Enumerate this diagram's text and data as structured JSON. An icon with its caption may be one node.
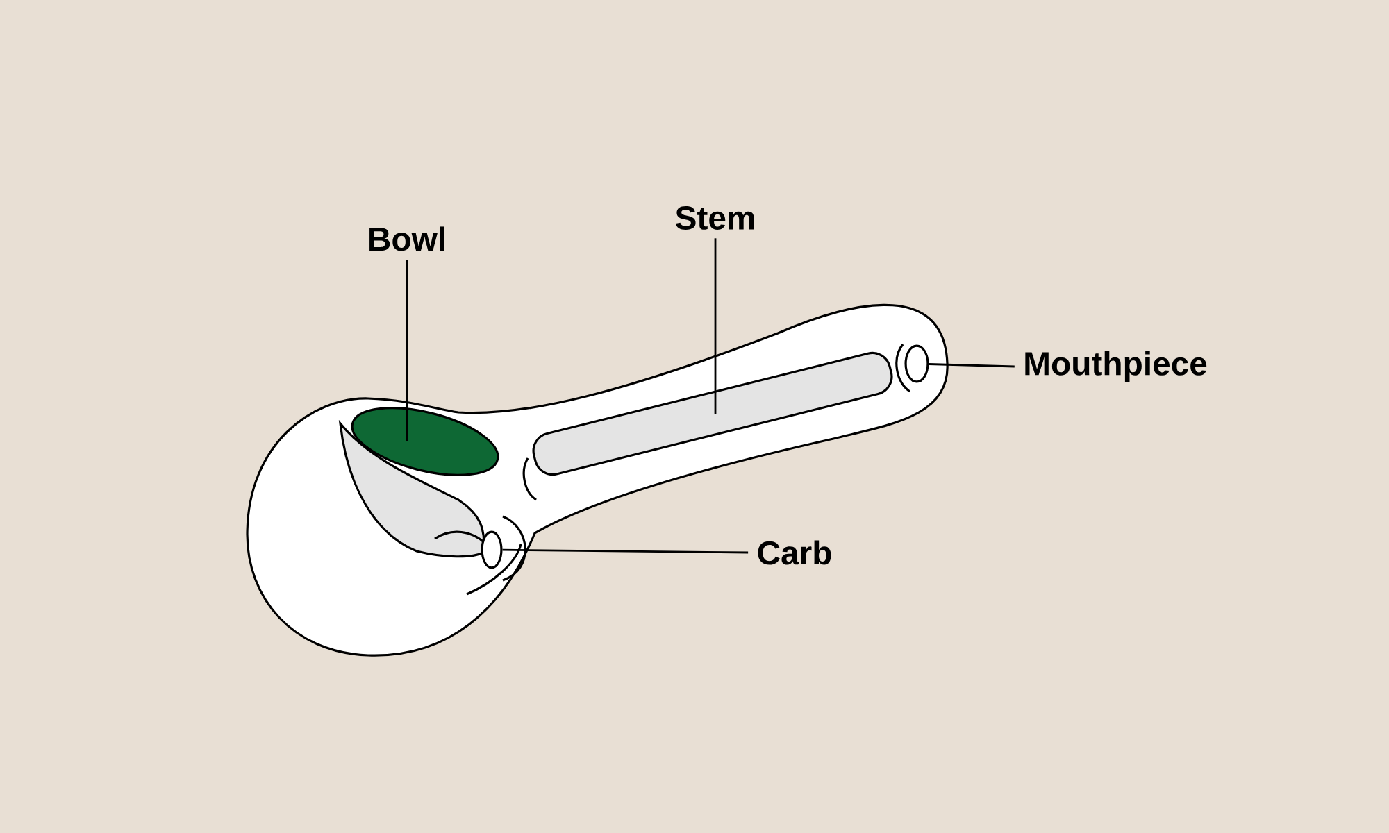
{
  "diagram": {
    "nodes": [
      {
        "text": [
          "Bowl"
        ]
      },
      {
        "text": [
          "Stem"
        ]
      },
      {
        "text": [
          "Mouthpiece"
        ]
      },
      {
        "text": [
          "Carb"
        ]
      },
      {
        "text": [],
        "shape": "ellipse"
      },
      {
        "text": [],
        "shape": "bar"
      },
      {
        "text": [],
        "shape": "ellipse"
      },
      {
        "text": [],
        "shape": "ellipse"
      }
    ],
    "edges": [
      {
        "from": 0,
        "to": 4,
        "arrow": "none"
      },
      {
        "from": 1,
        "to": 5,
        "arrow": "none"
      },
      {
        "from": 2,
        "to": 6,
        "arrow": "none"
      },
      {
        "from": 3,
        "to": 7,
        "arrow": "none"
      }
    ]
  }
}
